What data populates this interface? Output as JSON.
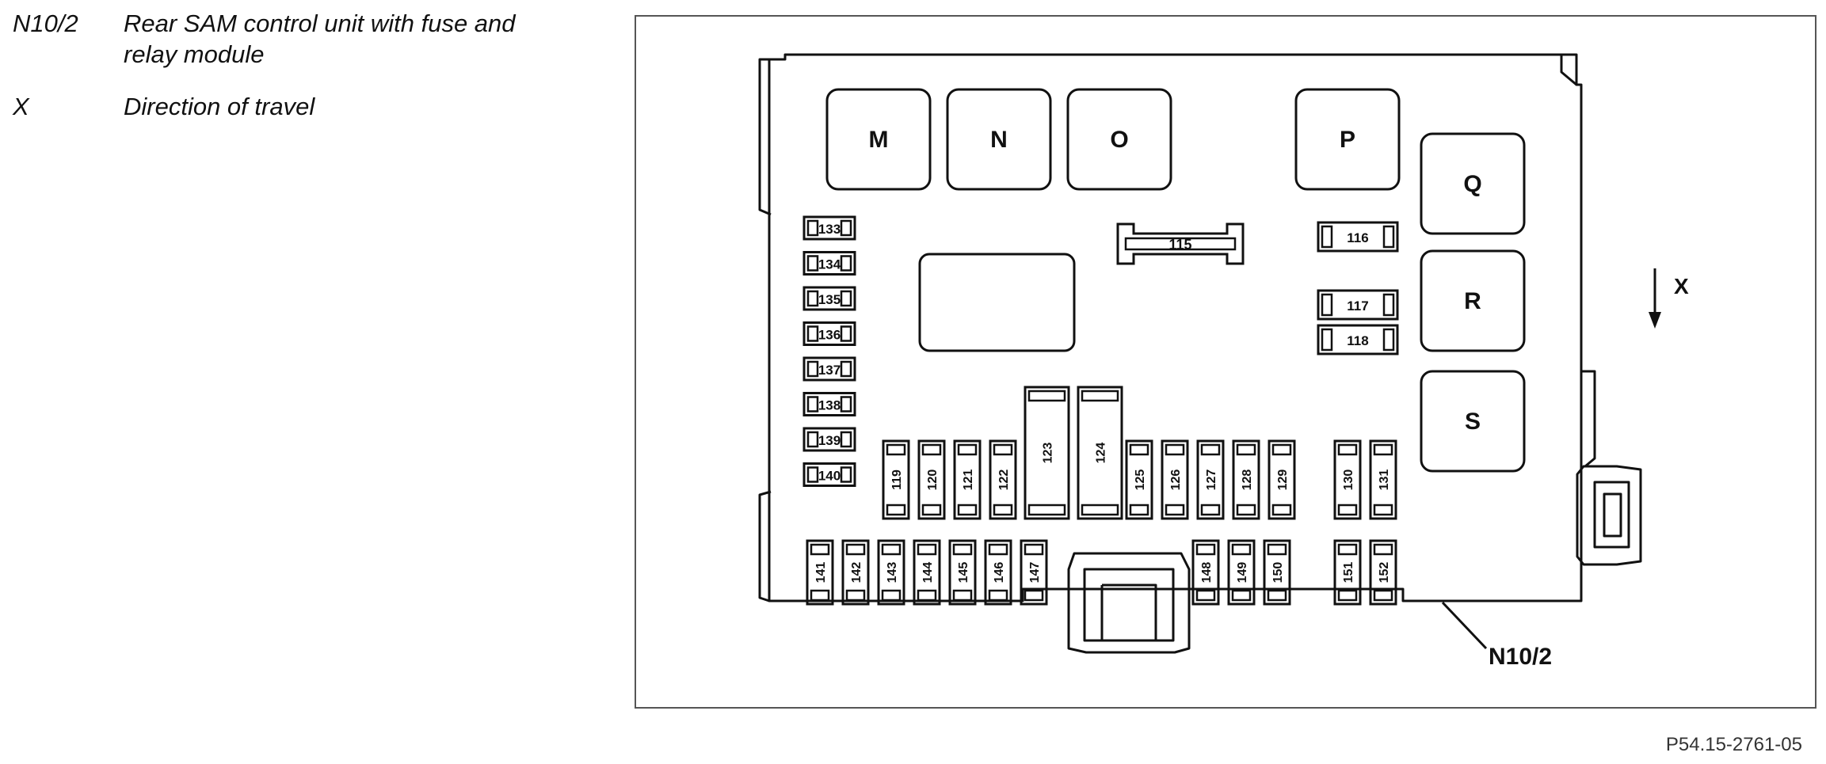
{
  "legend": [
    {
      "code": "N10/2",
      "description": "Rear SAM control unit with fuse and relay module"
    },
    {
      "code": "X",
      "description": "Direction of travel"
    }
  ],
  "relays": [
    {
      "label": "M"
    },
    {
      "label": "N"
    },
    {
      "label": "O"
    },
    {
      "label": "P"
    },
    {
      "label": "Q"
    },
    {
      "label": "R"
    },
    {
      "label": "S"
    }
  ],
  "fuses": {
    "left_column": [
      "133",
      "134",
      "135",
      "136",
      "137",
      "138",
      "139",
      "140"
    ],
    "upper_right": [
      "115",
      "116",
      "117",
      "118"
    ],
    "middle_row": [
      "119",
      "120",
      "121",
      "122",
      "123",
      "124",
      "125",
      "126",
      "127",
      "128",
      "129",
      "130",
      "131"
    ],
    "bottom_row": [
      "141",
      "142",
      "143",
      "144",
      "145",
      "146",
      "147",
      "148",
      "149",
      "150",
      "151",
      "152"
    ]
  },
  "callout_label": "N10/2",
  "direction_label": "X",
  "figure_code": "P54.15-2761-05"
}
